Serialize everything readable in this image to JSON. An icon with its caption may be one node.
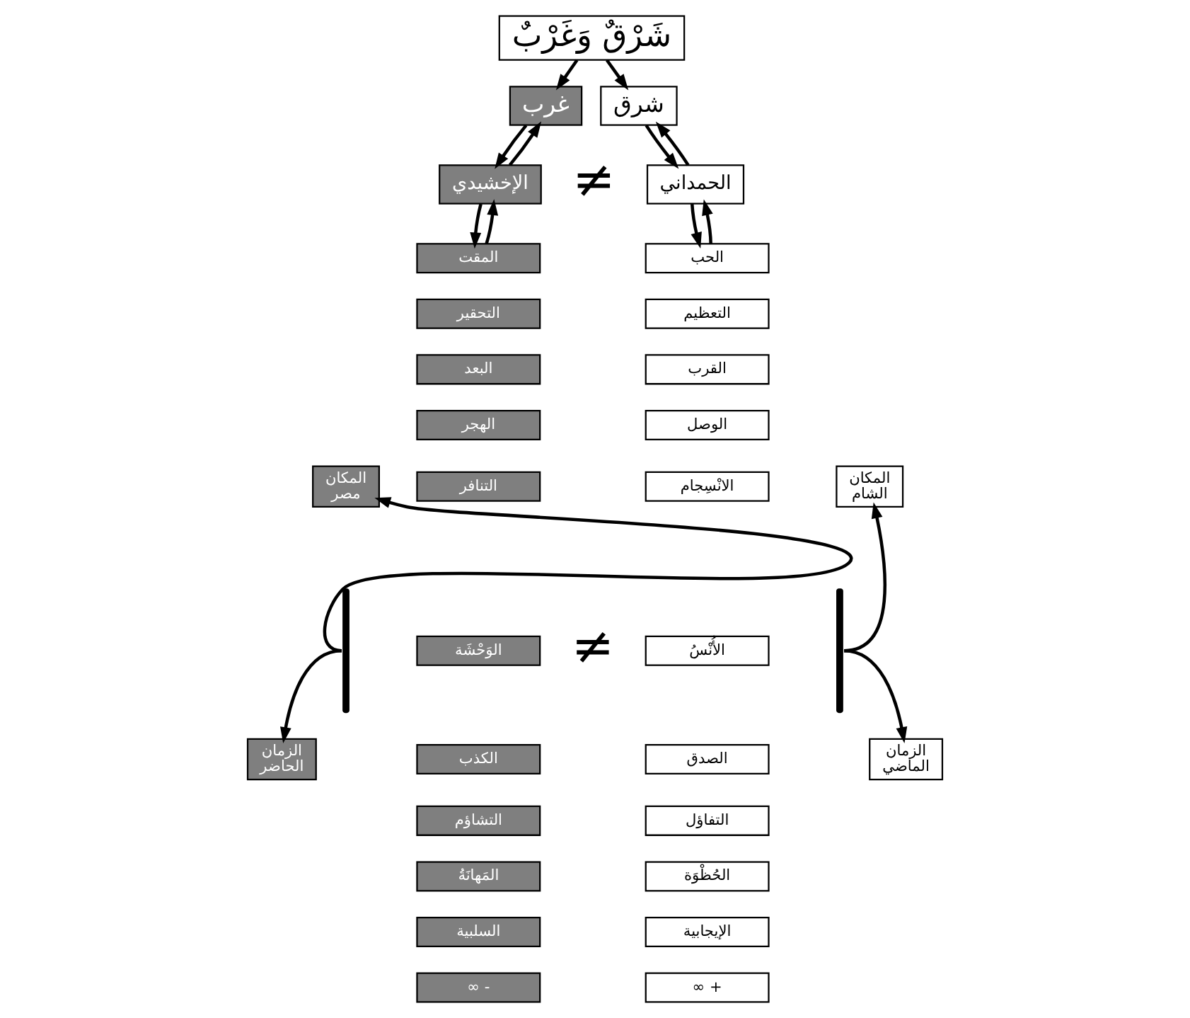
{
  "diagram": {
    "nodes": [
      {
        "text": [
          "شَرْقٌ وَغَرْبٌ"
        ]
      },
      {
        "text": [
          "غرب"
        ]
      },
      {
        "text": [
          "شرق"
        ]
      },
      {
        "text": [
          "الإخشيدي"
        ]
      },
      {
        "text": [
          "الحمداني"
        ]
      },
      {
        "text": [
          "المقت"
        ]
      },
      {
        "text": [
          "التحقير"
        ]
      },
      {
        "text": [
          "البعد"
        ]
      },
      {
        "text": [
          "الهجر"
        ]
      },
      {
        "text": [
          "التنافر"
        ]
      },
      {
        "text": [
          "الوَحْشَة"
        ]
      },
      {
        "text": [
          "الكذب"
        ]
      },
      {
        "text": [
          "التشاؤم"
        ]
      },
      {
        "text": [
          "المَهانَةُ"
        ]
      },
      {
        "text": [
          "السلبية"
        ]
      },
      {
        "text": [
          "∞ -"
        ]
      },
      {
        "text": [
          "الحب"
        ]
      },
      {
        "text": [
          "التعظيم"
        ]
      },
      {
        "text": [
          "القرب"
        ]
      },
      {
        "text": [
          "الوصل"
        ]
      },
      {
        "text": [
          "الانْسِجام"
        ]
      },
      {
        "text": [
          "الأُنْسُ"
        ]
      },
      {
        "text": [
          "الصدق"
        ]
      },
      {
        "text": [
          "التفاؤل"
        ]
      },
      {
        "text": [
          "الحُظْوَة"
        ]
      },
      {
        "text": [
          "الإيجابية"
        ]
      },
      {
        "text": [
          "∞ +"
        ]
      },
      {
        "text": [
          "المكان",
          "مصر"
        ]
      },
      {
        "text": [
          "الزمان",
          "الحاضر"
        ]
      },
      {
        "text": [
          "المكان",
          "الشام"
        ]
      },
      {
        "text": [
          "الزمان",
          "الماضي"
        ]
      },
      {
        "text": [],
        "shape": "brace"
      },
      {
        "text": [],
        "shape": "brace"
      }
    ],
    "edges": [
      {
        "from": 0,
        "to": 1,
        "arrow": "to"
      },
      {
        "from": 0,
        "to": 2,
        "arrow": "to"
      },
      {
        "from": 1,
        "to": 3,
        "arrow": "to"
      },
      {
        "from": 3,
        "to": 1,
        "arrow": "to"
      },
      {
        "from": 4,
        "to": 2,
        "arrow": "to"
      },
      {
        "from": 2,
        "to": 4,
        "arrow": "to"
      },
      {
        "from": 3,
        "to": 5,
        "arrow": "to"
      },
      {
        "from": 5,
        "to": 3,
        "arrow": "to"
      },
      {
        "from": 16,
        "to": 4,
        "arrow": "to"
      },
      {
        "from": 4,
        "to": 16,
        "arrow": "to"
      },
      {
        "from": 31,
        "to": 27,
        "arrow": "to"
      },
      {
        "from": 31,
        "to": 28,
        "arrow": "to"
      },
      {
        "from": 32,
        "to": 29,
        "arrow": "to"
      },
      {
        "from": 32,
        "to": 30,
        "arrow": "to"
      }
    ],
    "labels": [
      "≠",
      "≠"
    ]
  }
}
